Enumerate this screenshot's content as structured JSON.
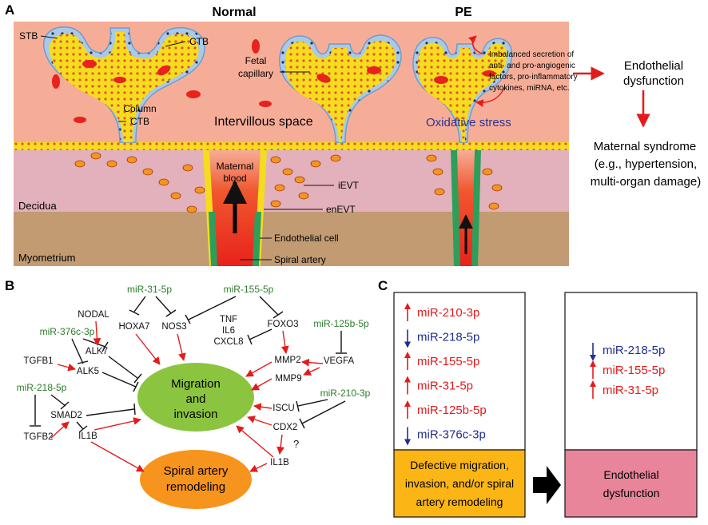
{
  "colors": {
    "intervillous": "#f6ad98",
    "decidua": "#e3b1bb",
    "myometrium": "#c29b72",
    "stb": "#a9c9e6",
    "ctb_cell": "#f5dc1d",
    "artery_red": "#e8221c",
    "migration_node": "#8bc53f",
    "spiral_node": "#f7941d",
    "mirna_green": "#2b7d2b",
    "up_red": "#e41b1b",
    "down_blue": "#1f2f8f",
    "defective_box": "#fbb514",
    "endothelial_box": "#e8859b"
  },
  "panelA": {
    "label": "A",
    "normal_title": "Normal",
    "pe_title": "PE",
    "labels": {
      "stb": "STB",
      "ctb": "CTB",
      "column_ctb_1": "Column",
      "column_ctb_2": "CTB",
      "fetal_capillary_1": "Fetal",
      "fetal_capillary_2": "capillary",
      "intervillous_space": "Intervillous space",
      "maternal_blood_1": "Maternal",
      "maternal_blood_2": "blood",
      "ievt": "iEVT",
      "enevt": "enEVT",
      "endothelial_cell": "Endothelial cell",
      "spiral_artery": "Spiral artery",
      "decidua": "Decidua",
      "myometrium": "Myometrium",
      "oxidative_stress": "Oxidative stress",
      "imbalanced": [
        "Imbalanced secretion of",
        "anti- and pro-angiogenic",
        "factors, pro-inflammatory",
        "cytokines, miRNA, etc."
      ]
    },
    "outcome": {
      "endothelial_1": "Endothelial",
      "endothelial_2": "dysfunction",
      "maternal": [
        "Maternal syndrome",
        "(e.g., hypertension,",
        "multi-organ damage)"
      ]
    }
  },
  "panelB": {
    "label": "B",
    "migration": [
      "Migration",
      "and",
      "invasion"
    ],
    "spiral": [
      "Spiral artery",
      "remodeling"
    ],
    "mirnas": {
      "mir31": "miR-31-5p",
      "mir155": "miR-155-5p",
      "mir376c": "miR-376c-3p",
      "mir125b": "miR-125b-5p",
      "mir218": "miR-218-5p",
      "mir210": "miR-210-3p"
    },
    "genes": {
      "nodal": "NODAL",
      "hoxa7": "HOXA7",
      "nos3": "NOS3",
      "tnf": "TNF",
      "il6": "IL6",
      "cxcl8": "CXCL8",
      "foxo3": "FOXO3",
      "alk7": "ALK7",
      "tgfb1": "TGFB1",
      "alk5": "ALK5",
      "mmp2": "MMP2",
      "vegfa": "VEGFA",
      "mmp9": "MMP9",
      "iscu": "ISCU",
      "smad2": "SMAD2",
      "tgfb2": "TGFB2",
      "il1b_left": "IL1B",
      "cdx2": "CDX2",
      "il1b_right": "IL1B",
      "question": "?"
    }
  },
  "panelC": {
    "label": "C",
    "left_list": [
      {
        "dir": "up",
        "name": "miR-210-3p"
      },
      {
        "dir": "down",
        "name": "miR-218-5p"
      },
      {
        "dir": "up",
        "name": "miR-155-5p"
      },
      {
        "dir": "up",
        "name": "miR-31-5p"
      },
      {
        "dir": "up",
        "name": "miR-125b-5p"
      },
      {
        "dir": "down",
        "name": "miR-376c-3p"
      }
    ],
    "right_list": [
      {
        "dir": "down",
        "name": "miR-218-5p"
      },
      {
        "dir": "up",
        "name": "miR-155-5p"
      },
      {
        "dir": "up",
        "name": "miR-31-5p"
      }
    ],
    "defective": [
      "Defective migration,",
      "invasion, and/or spiral",
      "artery remodeling"
    ],
    "endothelial": [
      "Endothelial",
      "dysfunction"
    ]
  }
}
